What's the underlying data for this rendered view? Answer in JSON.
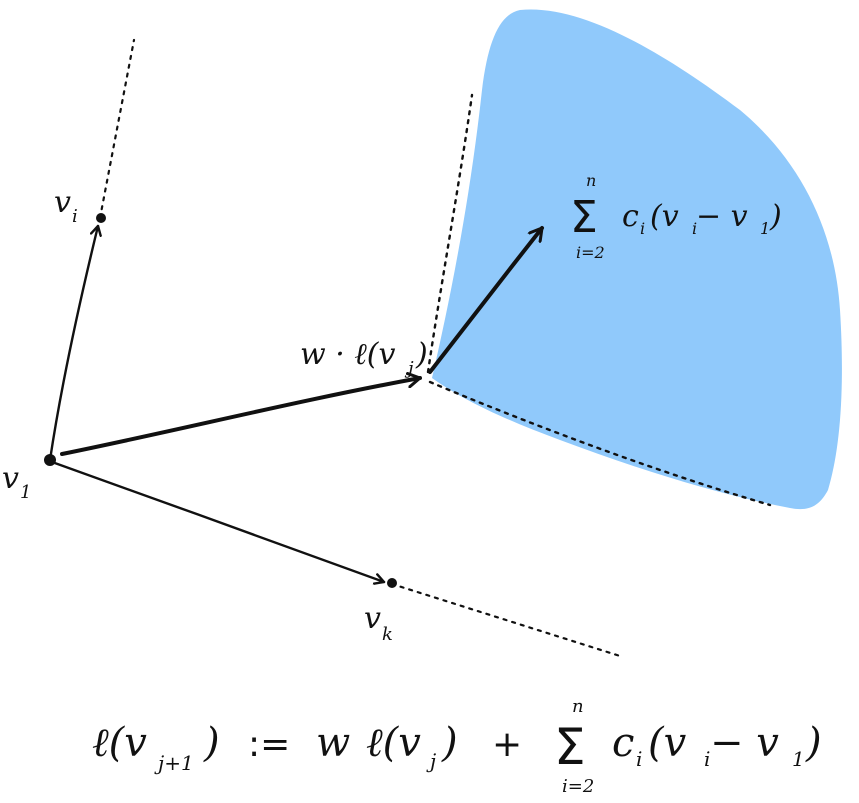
{
  "colors": {
    "ink": "#111111",
    "region_fill": "#90c9fb"
  },
  "labels": {
    "v1": "v",
    "v1_sub": "1",
    "vi": "v",
    "vi_sub": "i",
    "vk": "v",
    "vk_sub": "k",
    "w_label": "w · ℓ(v",
    "w_label_sub": "j",
    "w_label_close": ")"
  },
  "sum_label": {
    "sigma": "Σ",
    "upper": "n",
    "lower": "i=2",
    "body": "c",
    "body_sub": "i",
    "paren": "(v",
    "paren_sub": "i",
    "minus": " − v",
    "minus_sub": "1",
    "close": ")"
  },
  "formula": {
    "lhs": "ℓ(v",
    "lhs_sub": "j+1",
    "lhs_close": ")",
    "assign": ":=",
    "rhs_w": "w",
    "rhs_l": "ℓ(v",
    "rhs_l_sub": "j",
    "rhs_l_close": ")",
    "plus": "+",
    "sigma": "Σ",
    "upper": "n",
    "lower": "i=2",
    "body": "c",
    "body_sub": "i",
    "paren": "(v",
    "paren_sub": "i",
    "minus": " − v",
    "minus_sub": "1",
    "close": ")"
  }
}
